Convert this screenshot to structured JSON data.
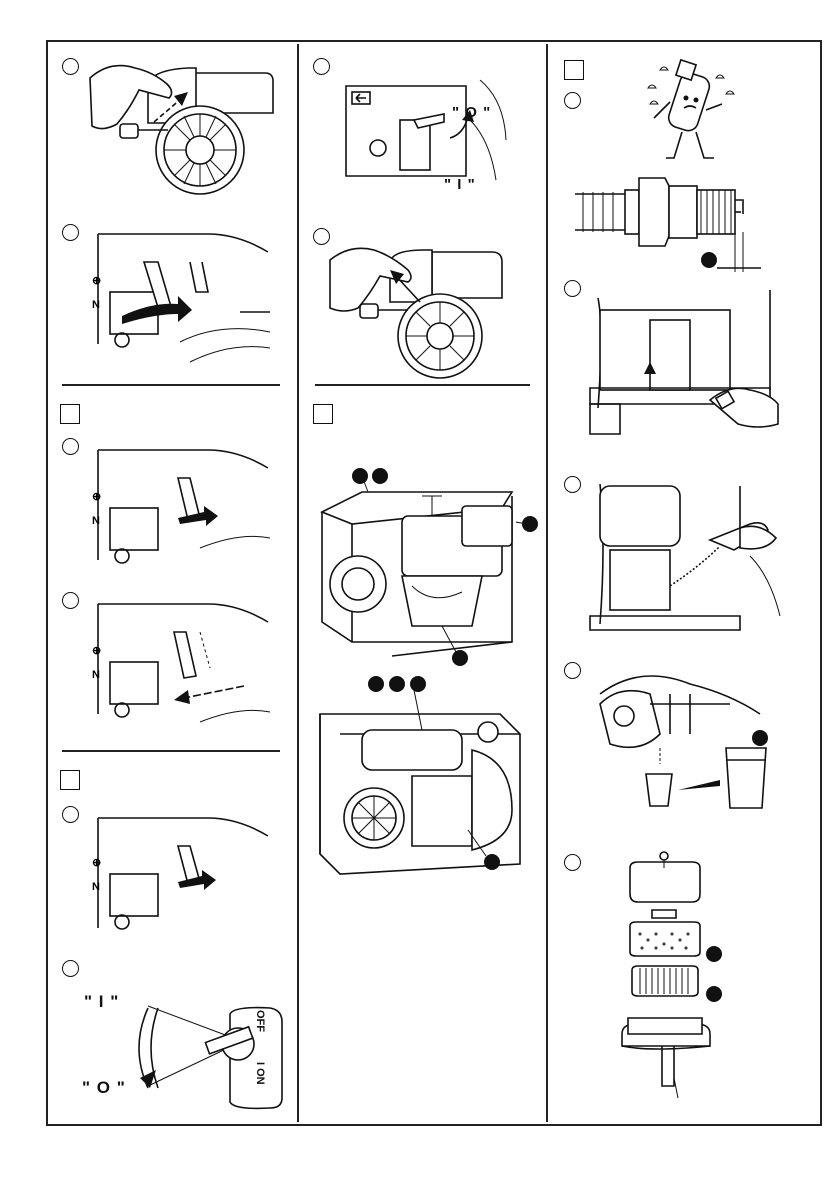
{
  "switch_labels": {
    "run_top": "\" O \"",
    "off_bottom": "\" I \"",
    "lever_run": "\" I \"",
    "lever_off": "\" O \"",
    "switch_off": "OFF",
    "switch_on": "I ON"
  },
  "colors": {
    "line": "#111111",
    "background": "#ffffff"
  },
  "icons": [
    "hand-icon",
    "engine-icon",
    "choke-lever-icon",
    "arrow-icon",
    "spark-plug-icon",
    "pump-icon",
    "fuel-cup-icon",
    "air-filter-icon"
  ]
}
